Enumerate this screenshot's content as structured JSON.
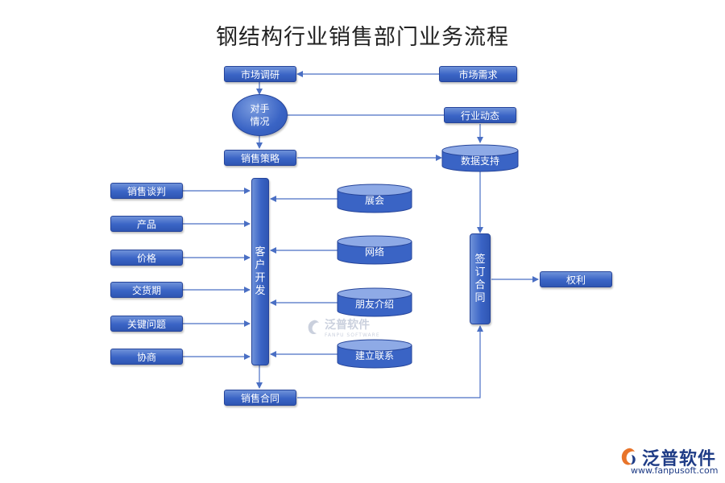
{
  "title": "钢结构行业销售部门业务流程",
  "nodes": {
    "market_research": "市场调研",
    "market_demand": "市场需求",
    "competitors": "对手情况",
    "industry_trends": "行业动态",
    "sales_strategy": "销售策略",
    "data_support": "数据支持",
    "negotiation": "销售谈判",
    "product": "产品",
    "price": "价格",
    "delivery": "交货期",
    "key_issues": "关键问题",
    "consultation": "协商",
    "customer_dev": "客户开发",
    "exhibition": "展会",
    "network": "网络",
    "referral": "朋友介绍",
    "contact": "建立联系",
    "sales_contract": "销售合同",
    "sign_contract": "签订合同",
    "rights": "权利"
  },
  "watermark": {
    "name": "泛普软件",
    "sub": "FANPU SOFTWARE"
  },
  "logo": {
    "name": "泛普软件",
    "url": "www.fanpusoft.com"
  },
  "colors": {
    "node_fill": "#3a64c5",
    "node_border": "#25449a",
    "line": "#4a6fc4",
    "title": "#222222"
  }
}
